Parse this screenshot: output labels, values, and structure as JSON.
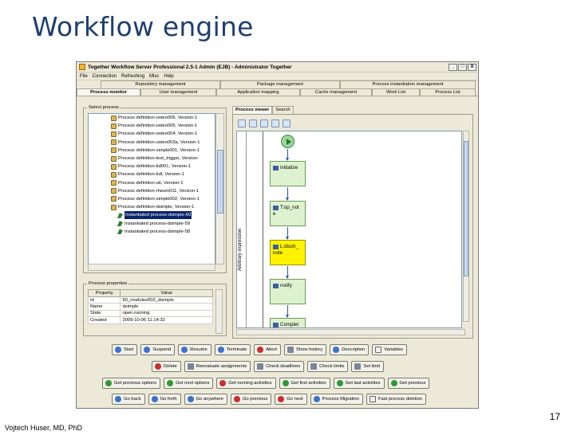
{
  "slide": {
    "title": "Workflow engine",
    "number": "17",
    "author": "Vojtech Huser, MD, PhD"
  },
  "window": {
    "title": "Together Workflow Server Professional 2.5-1 Admin (EJB) - Administrator Together",
    "controls": [
      "_",
      "□",
      "X"
    ]
  },
  "menu": [
    "File",
    "Connection",
    "Refreshing",
    "Misc",
    "Help"
  ],
  "tabs_row1": [
    "Repository management",
    "Package management",
    "Process instantiation management"
  ],
  "tabs_row2": [
    "Process monitor",
    "User management",
    "Application mapping",
    "Cache management",
    "Work List",
    "Process List"
  ],
  "select_process": {
    "label": "Select process",
    "items": [
      {
        "text": "Process definition-osteo006, Version-1",
        "type": "def"
      },
      {
        "text": "Process definition-osteo005, Version-1",
        "type": "def"
      },
      {
        "text": "Process definition-osteo004, Version-1",
        "type": "def"
      },
      {
        "text": "Process definition-osteo003a, Version-1",
        "type": "def"
      },
      {
        "text": "Process definition-simple001, Version-1",
        "type": "def"
      },
      {
        "text": "Process definition-test_trigger, Version-",
        "type": "def"
      },
      {
        "text": "Process definition-kd001, Version-1",
        "type": "def"
      },
      {
        "text": "Process definition-kdl, Version-1",
        "type": "def"
      },
      {
        "text": "Process definition-uti, Version-1",
        "type": "def"
      },
      {
        "text": "Process definition-rheum011, Version-1",
        "type": "def"
      },
      {
        "text": "Process definition-simple002, Version-1",
        "type": "def"
      },
      {
        "text": "Process definition-dsimple, Version-1",
        "type": "def"
      },
      {
        "text": "Instantiated process-dsimple-60",
        "type": "inst",
        "selected": true
      },
      {
        "text": "Instantiated process-dsimple-59",
        "type": "inst"
      },
      {
        "text": "Instantiated process-dsimple-58",
        "type": "inst"
      }
    ]
  },
  "process_properties": {
    "label": "Process properties",
    "columns": [
      "Property",
      "Value"
    ],
    "rows": [
      [
        "Id",
        "60_modules002_dsimple"
      ],
      [
        "Name",
        "dsimple"
      ],
      [
        "State",
        "open.running"
      ],
      [
        "Created",
        "2009-10-06 11:14:32"
      ]
    ]
  },
  "viewer_tabs": [
    "Process viewer",
    "Search"
  ],
  "lane_label": "Arbitrary expression",
  "activities": [
    {
      "label": "initialize",
      "color": "green"
    },
    {
      "label": "T:op_not e",
      "color": "green"
    },
    {
      "label": "L:disch_ note",
      "color": "yellow"
    },
    {
      "label": "notify",
      "color": "green"
    },
    {
      "label": "Complet",
      "color": "green"
    }
  ],
  "buttons_row1": [
    {
      "label": "Start",
      "icon": "blue"
    },
    {
      "label": "Suspend",
      "icon": "blue"
    },
    {
      "label": "Resume",
      "icon": "blue"
    },
    {
      "label": "Terminate",
      "icon": "blue"
    },
    {
      "label": "Abort",
      "icon": "red"
    },
    {
      "label": "Show history",
      "icon": "gray"
    },
    {
      "label": "Description",
      "icon": "blue"
    },
    {
      "label": "Variables",
      "icon": "doc"
    }
  ],
  "buttons_row2": [
    {
      "label": "Delete",
      "icon": "red"
    },
    {
      "label": "Reevaluate assignments",
      "icon": "gray"
    },
    {
      "label": "Check deadlines",
      "icon": "gray"
    },
    {
      "label": "Check limits",
      "icon": "gray"
    },
    {
      "label": "Set limit",
      "icon": "gray"
    }
  ],
  "buttons_row3": [
    {
      "label": "Get previous options",
      "icon": "green"
    },
    {
      "label": "Get next options",
      "icon": "green"
    },
    {
      "label": "Get running activities",
      "icon": "red"
    },
    {
      "label": "Get first activities",
      "icon": "green"
    },
    {
      "label": "Get last activities",
      "icon": "green"
    },
    {
      "label": "Get previous",
      "icon": "green"
    }
  ],
  "buttons_row4": [
    {
      "label": "Go back",
      "icon": "blue"
    },
    {
      "label": "Go forth",
      "icon": "blue"
    },
    {
      "label": "Go anywhere",
      "icon": "blue"
    },
    {
      "label": "Go previous",
      "icon": "red"
    },
    {
      "label": "Go next",
      "icon": "red"
    },
    {
      "label": "Process Migration",
      "icon": "blue"
    },
    {
      "label": "Fast process deletion",
      "icon": "doc"
    }
  ],
  "colors": {
    "title": "#1f3f6e",
    "selection": "#0a246a",
    "activity_green": "#dff2cf",
    "activity_yellow": "#fff200"
  }
}
